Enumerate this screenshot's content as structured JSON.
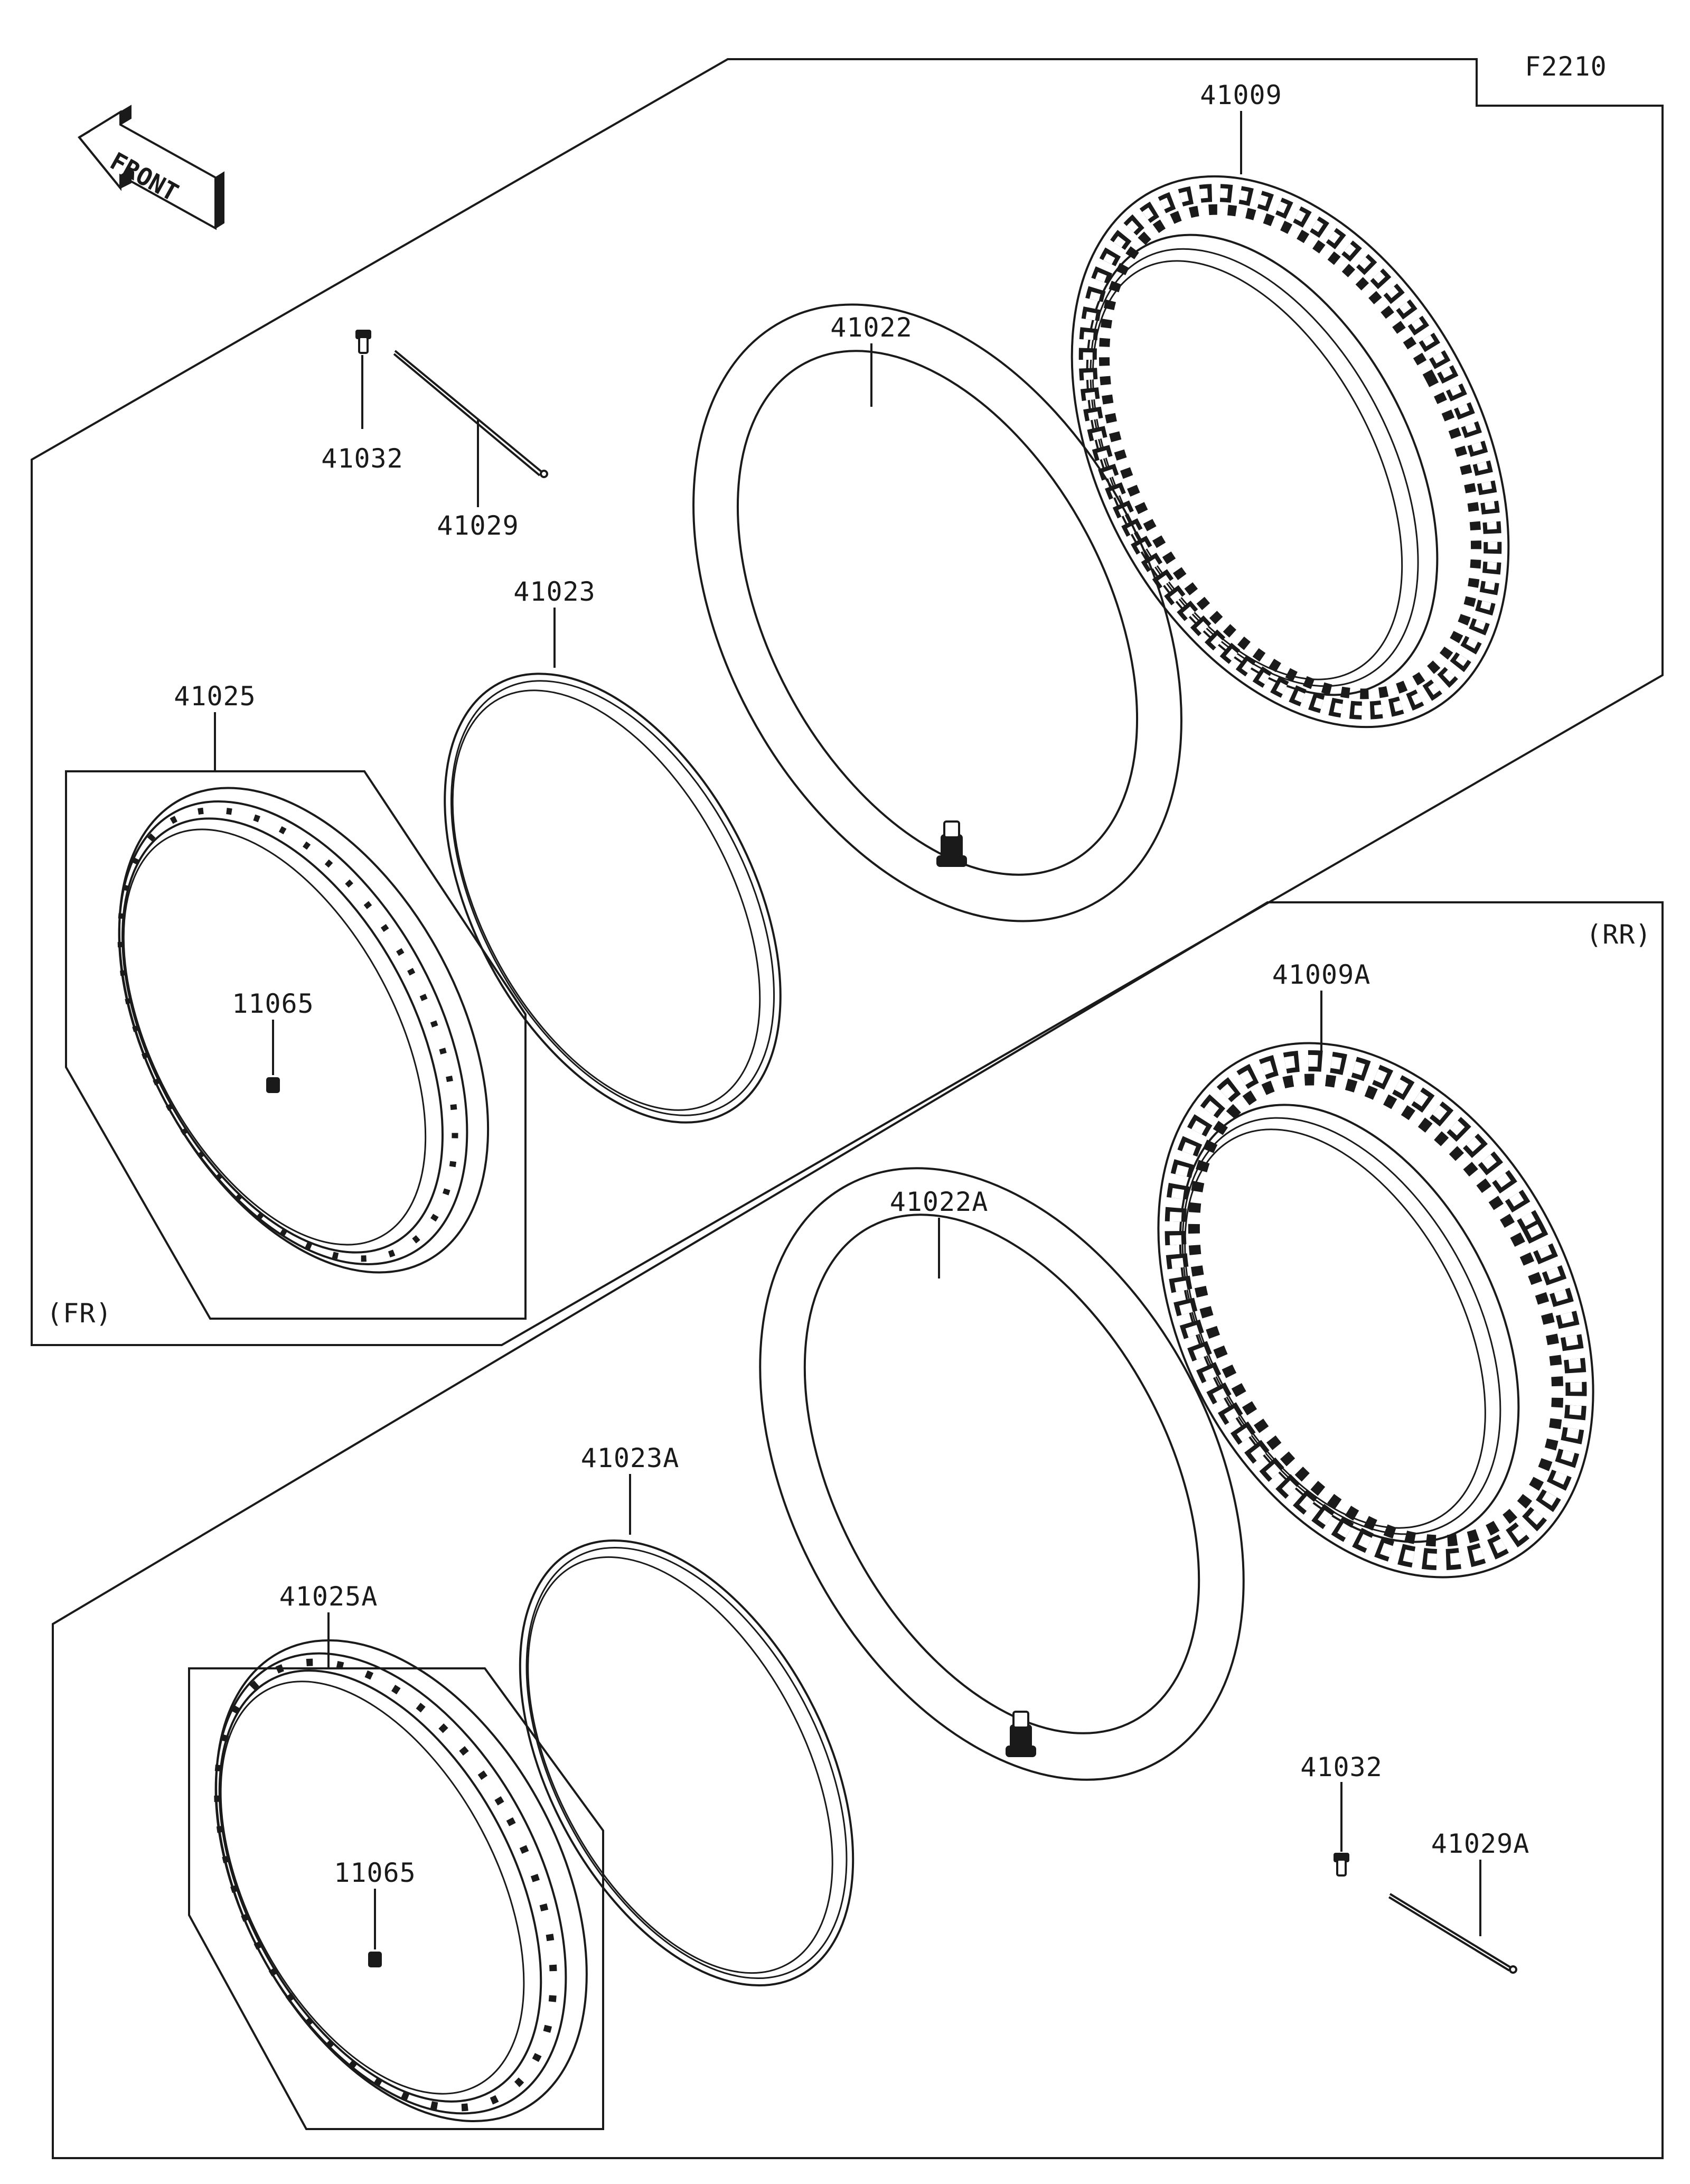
{
  "figure_code": "F2210",
  "front_arrow": {
    "label": "FRONT",
    "icon": "front-direction-arrow-icon"
  },
  "sections": {
    "front": {
      "label": "(FR)"
    },
    "rear": {
      "label": "(RR)"
    }
  },
  "callouts": {
    "tire_front": "41009",
    "tube_front": "41022",
    "rim_band_front": "41023",
    "rim_front": "41025",
    "valve_front": "11065",
    "nipple_front": "41032",
    "spoke_front": "41029",
    "tire_rear": "41009A",
    "tube_rear": "41022A",
    "rim_band_rear": "41023A",
    "rim_rear": "41025A",
    "valve_rear": "11065",
    "nipple_rear": "41032",
    "spoke_rear": "41029A"
  }
}
